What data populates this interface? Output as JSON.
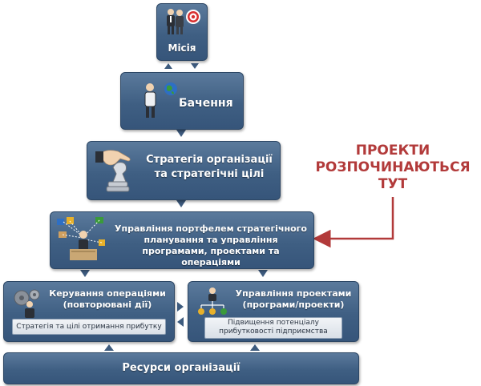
{
  "levels": {
    "mission": "Місія",
    "vision": "Бачення",
    "strategy": "Стратегія організації та стратегічні цілі",
    "portfolio": "Управління портфелем стратегічного планування та управління програмами, проектами та операціями",
    "operations": {
      "title": "Керування операціями (повторювані дії)",
      "sub": "Стратегія та цілі отримання прибутку"
    },
    "projects": {
      "title": "Управління проектами (програми/проекти)",
      "sub": "Підвищення потенціалу прибутковості підприємства"
    },
    "resources": "Ресурси організації"
  },
  "callout": "ПРОЕКТИ РОЗПОЧИНАЮТЬСЯ ТУТ",
  "colors": {
    "box": "#3f5f83",
    "arrow": "#3d5b7e",
    "callout": "#b23a3a"
  }
}
